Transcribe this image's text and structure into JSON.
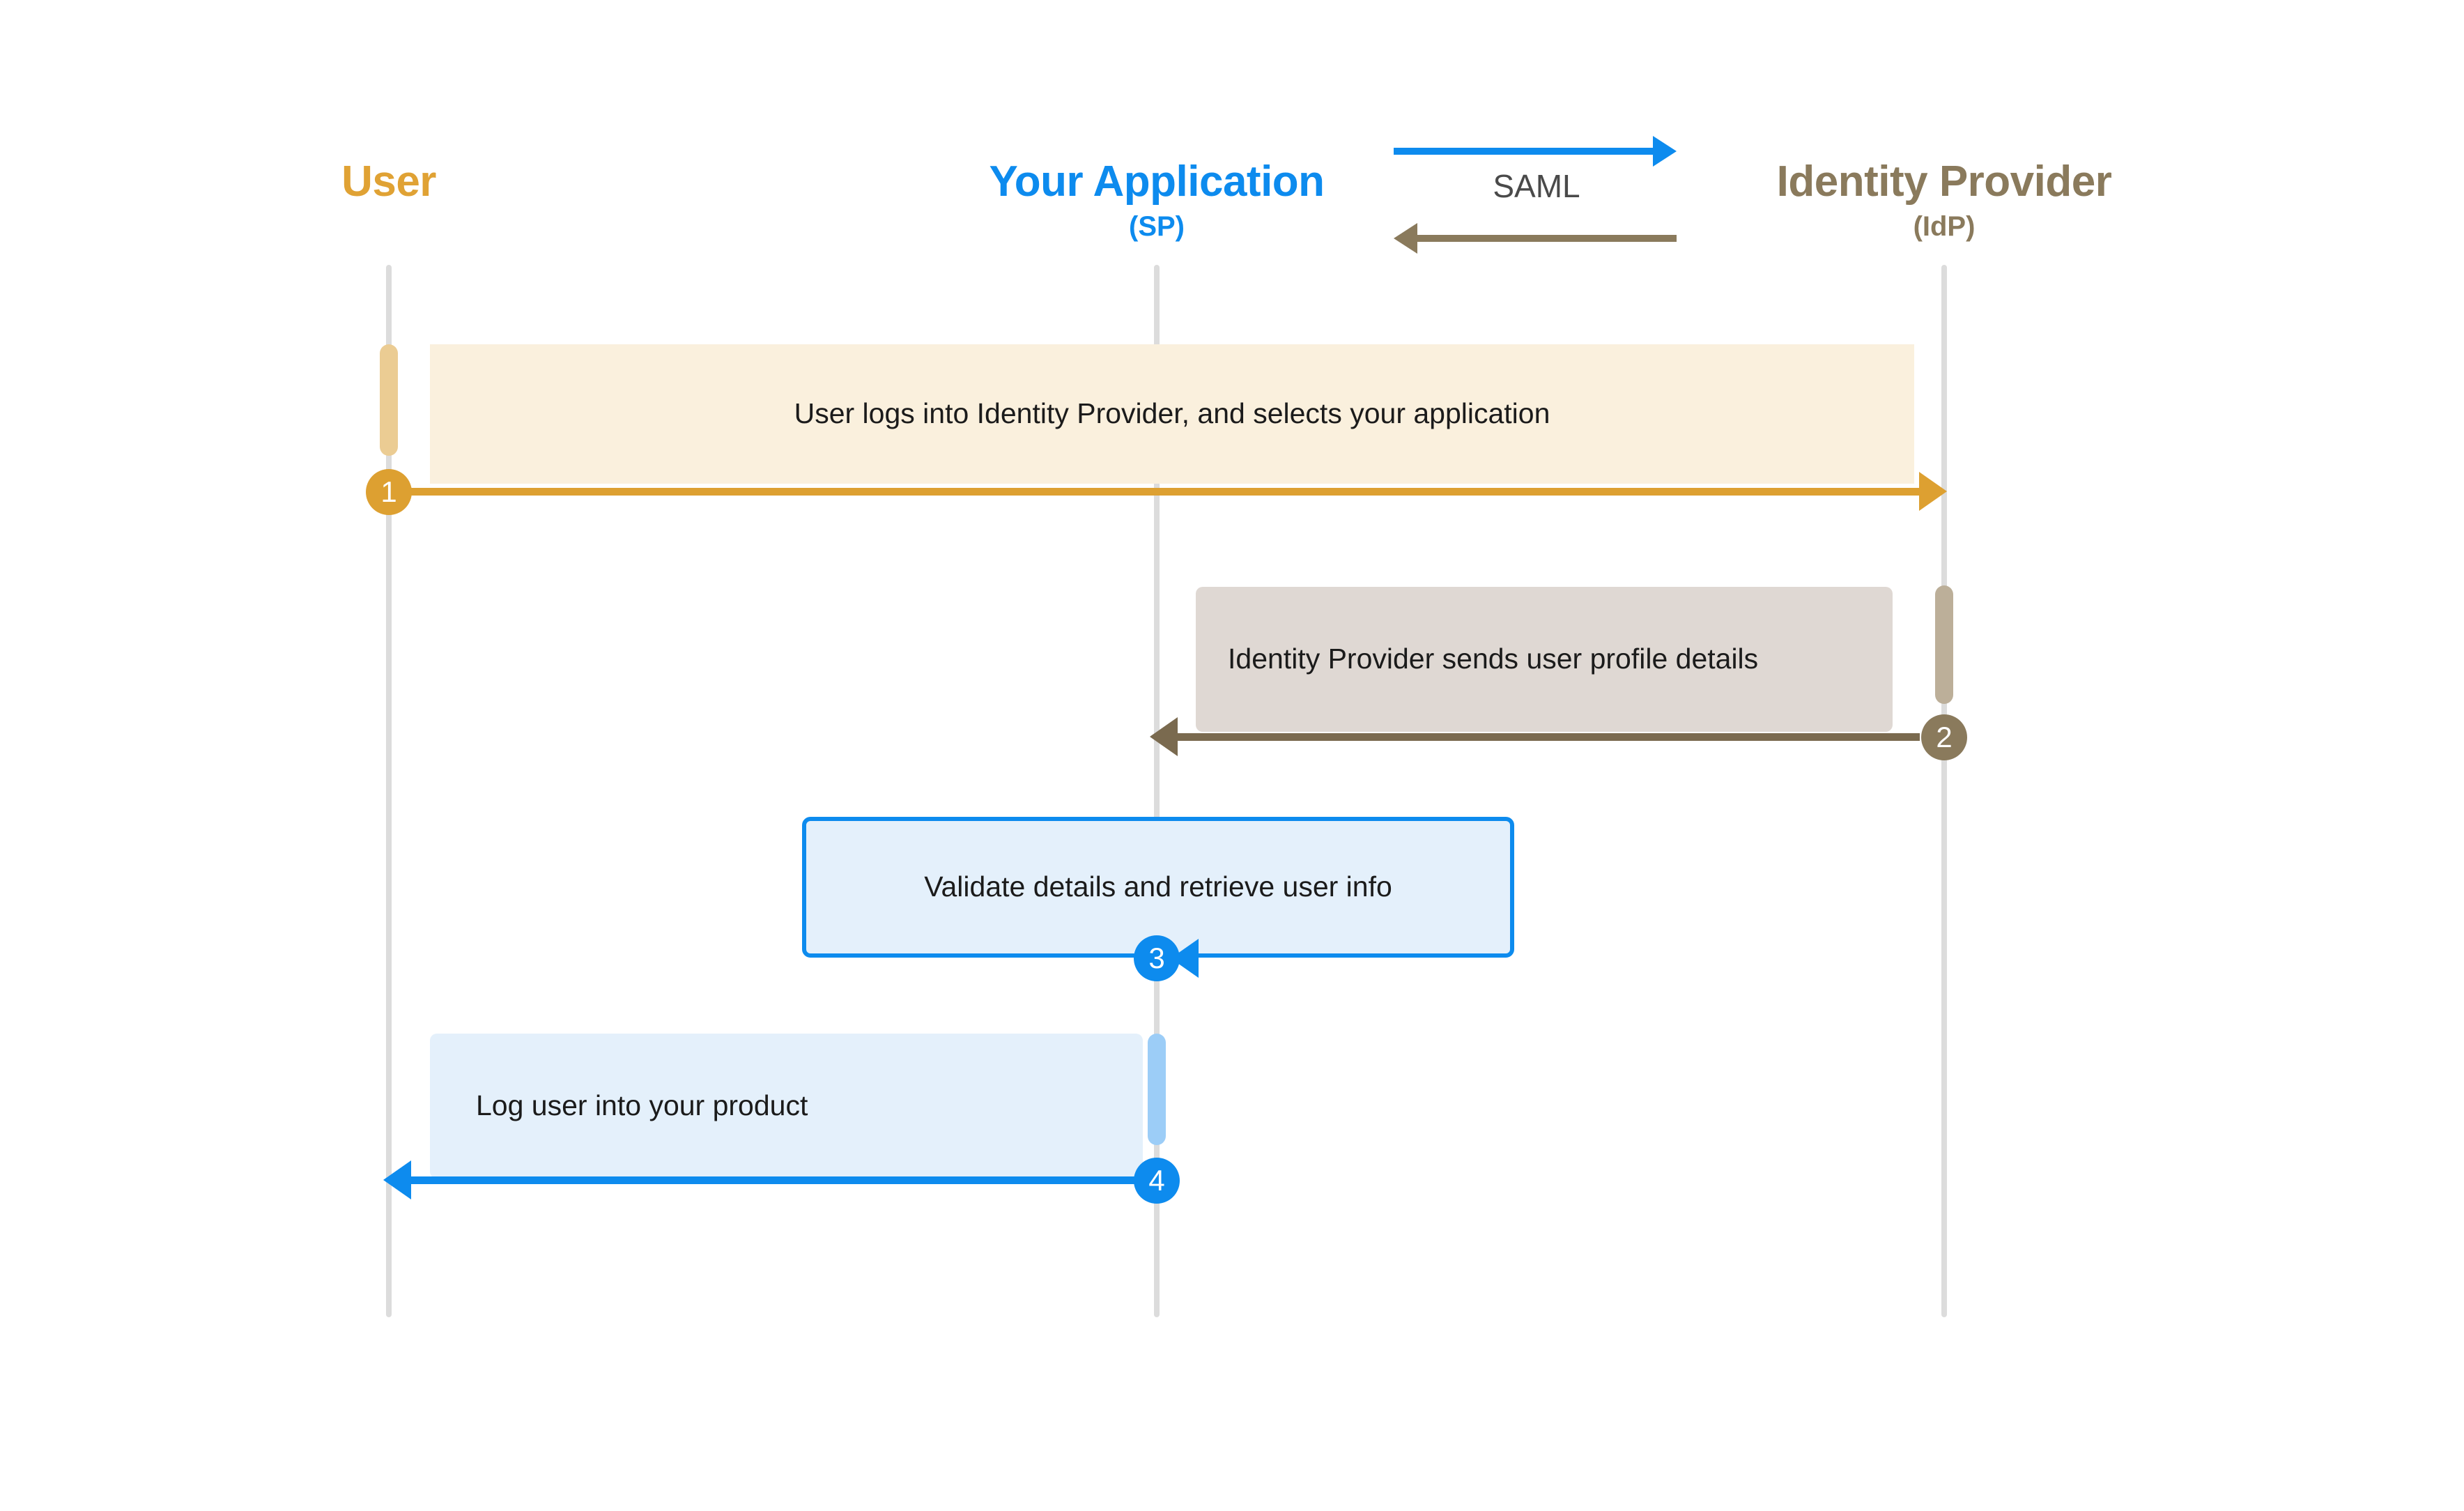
{
  "diagram": {
    "type": "sequence-diagram",
    "title_protocol": "SAML",
    "lanes": [
      {
        "id": "user",
        "title": "User",
        "subtitle": "",
        "color": "#E0A234"
      },
      {
        "id": "app",
        "title": "Your Application",
        "subtitle": "(SP)",
        "color": "#0D8BEE"
      },
      {
        "id": "idp",
        "title": "Identity Provider",
        "subtitle": "(IdP)",
        "color": "#8A7A5C"
      }
    ],
    "legend": {
      "label": "SAML",
      "arrow_right_color": "#0D8BEE",
      "arrow_left_color": "#8A7A5C"
    },
    "steps": [
      {
        "number": "1",
        "text": "User logs into Identity Provider, and selects your application",
        "from": "user",
        "to": "idp",
        "direction": "right",
        "color": "#DDA031",
        "note_fill": "#FAF0DD"
      },
      {
        "number": "2",
        "text": "Identity Provider sends user profile details",
        "from": "idp",
        "to": "app",
        "direction": "left",
        "color": "#7A6A4F",
        "note_fill": "#DFD8D3"
      },
      {
        "number": "3",
        "text": "Validate details and retrieve user info",
        "from": "app",
        "to": "app",
        "direction": "self",
        "color": "#0D8BEE",
        "note_fill": "#E4F0FB"
      },
      {
        "number": "4",
        "text": "Log user into your product",
        "from": "app",
        "to": "user",
        "direction": "left",
        "color": "#0D8BEE",
        "note_fill": "#E4F0FB"
      }
    ]
  }
}
